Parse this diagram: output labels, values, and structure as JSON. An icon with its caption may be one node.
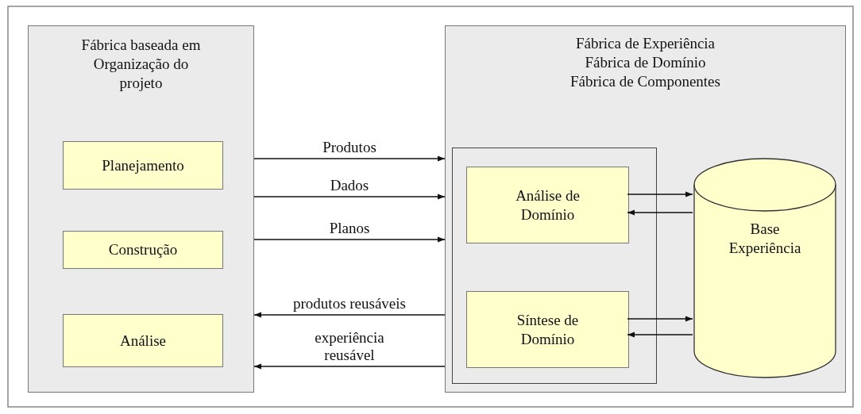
{
  "diagram": {
    "nodes": [
      {
        "text": [
          "Fábrica baseada em Organização do projeto"
        ]
      },
      {
        "text": [
          "Planejamento"
        ],
        "in": 0
      },
      {
        "text": [
          "Construção"
        ],
        "in": 0
      },
      {
        "text": [
          "Análise"
        ],
        "in": 0
      },
      {
        "text": [
          "Fábrica de Experiência",
          "Fábrica de Domínio",
          "Fábrica de Componentes"
        ]
      },
      {
        "text": [],
        "shape": "box",
        "in": 4
      },
      {
        "text": [
          "Análise de Domínio"
        ],
        "in": 5
      },
      {
        "text": [
          "Síntese de Domínio"
        ],
        "in": 5
      },
      {
        "text": [
          "Base Experiência"
        ],
        "in": 4
      }
    ],
    "edges": [
      {
        "from": 0,
        "to": 4,
        "arrow": "to",
        "label": "Produtos"
      },
      {
        "from": 0,
        "to": 4,
        "arrow": "to",
        "label": "Dados"
      },
      {
        "from": 0,
        "to": 4,
        "arrow": "to",
        "label": "Planos"
      },
      {
        "from": 4,
        "to": 0,
        "arrow": "to",
        "label": "produtos reusáveis"
      },
      {
        "from": 4,
        "to": 0,
        "arrow": "to",
        "label": "experiência reusável"
      },
      {
        "from": 6,
        "to": 8,
        "arrow": "to"
      },
      {
        "from": 8,
        "to": 6,
        "arrow": "to"
      },
      {
        "from": 7,
        "to": 8,
        "arrow": "to"
      },
      {
        "from": 8,
        "to": 7,
        "arrow": "to"
      }
    ]
  }
}
